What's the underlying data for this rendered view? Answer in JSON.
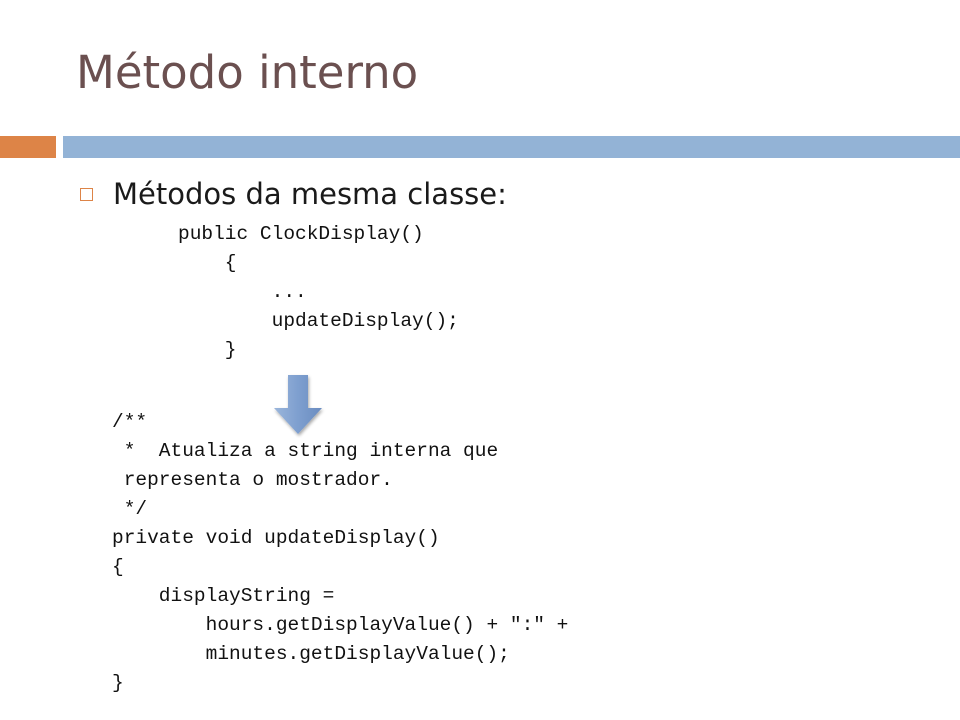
{
  "slide": {
    "title": "Método interno",
    "bullet": "Métodos da mesma classe:",
    "code_top": [
      "public ClockDisplay()",
      "    {",
      "        ...",
      "        updateDisplay();",
      "    }"
    ],
    "code_bottom": [
      "/**",
      " *  Atualiza a string interna que",
      " representa o mostrador.",
      " */",
      "private void updateDisplay()",
      "{",
      "    displayString = ",
      "        hours.getDisplayValue() + \":\" +",
      "        minutes.getDisplayValue();",
      "}"
    ]
  },
  "colors": {
    "title": "#6b5050",
    "accent_orange": "#dd8447",
    "accent_blue": "#93b3d6",
    "arrow_blue": "#7e9fcf"
  },
  "icons": {
    "bullet": "square-bullet-icon",
    "arrow": "arrow-down-icon"
  }
}
